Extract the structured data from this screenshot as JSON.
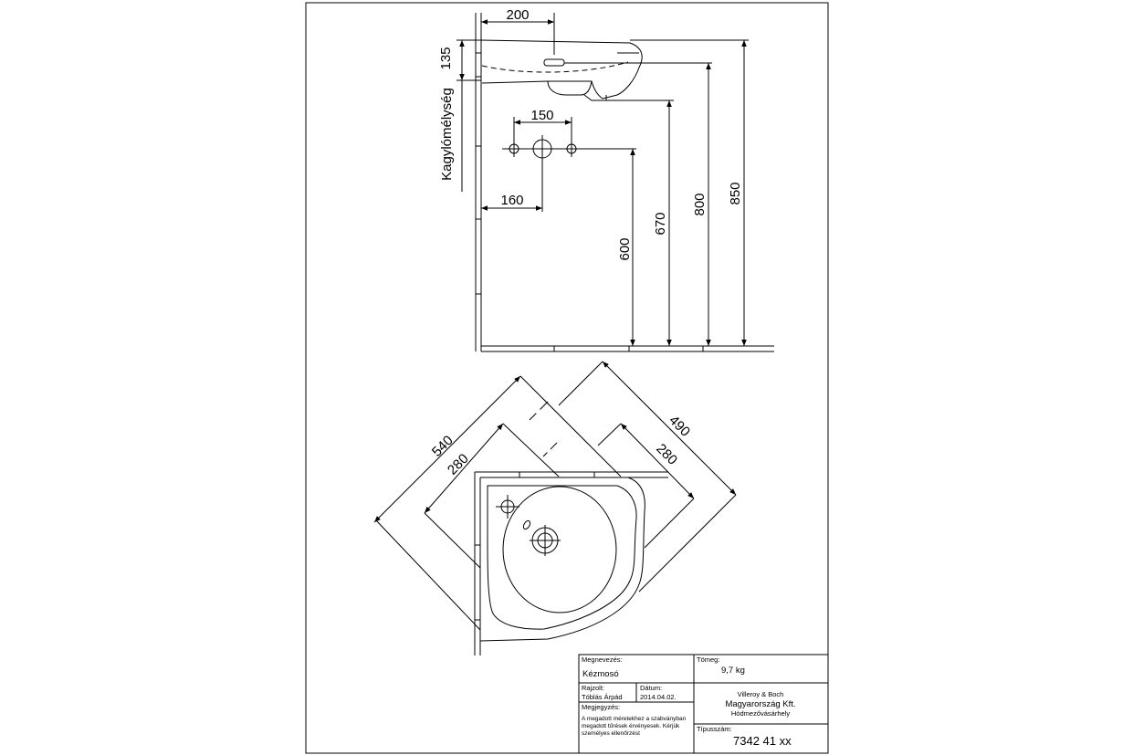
{
  "dimensions": {
    "side_view": {
      "offset_top": "200",
      "rim_height": "135",
      "bowl_depth_label": "Kagylómélység",
      "tap_hole_spacing": "150",
      "tap_offset": "160",
      "h600": "600",
      "h670": "670",
      "h800": "800",
      "h850": "850"
    },
    "top_view": {
      "d540": "540",
      "d280_left": "280",
      "d490": "490",
      "d280_right": "280"
    }
  },
  "title_block": {
    "name_label": "Megnevezés:",
    "name_value": "Kézmosó",
    "weight_label": "Tömeg:",
    "weight_value": "9,7 kg",
    "drawn_by_label": "Rajzolt:",
    "drawn_by_value": "Tóblás Árpád",
    "date_label": "Dátum:",
    "date_value": "2014.04.02.",
    "company_line1": "Villeroy  & Boch",
    "company_line2": "Magyarország Kft.",
    "company_line3": "Hódmezővásárhely",
    "note_label": "Megjegyzés:",
    "note_line1": "A megadott méretekhez a szabványban",
    "note_line2": "megadott tűrések érvényesek. Kérjük",
    "note_line3": "személyes ellenőrzést",
    "type_label": "Típusszám:",
    "type_value": "7342 41 xx"
  }
}
